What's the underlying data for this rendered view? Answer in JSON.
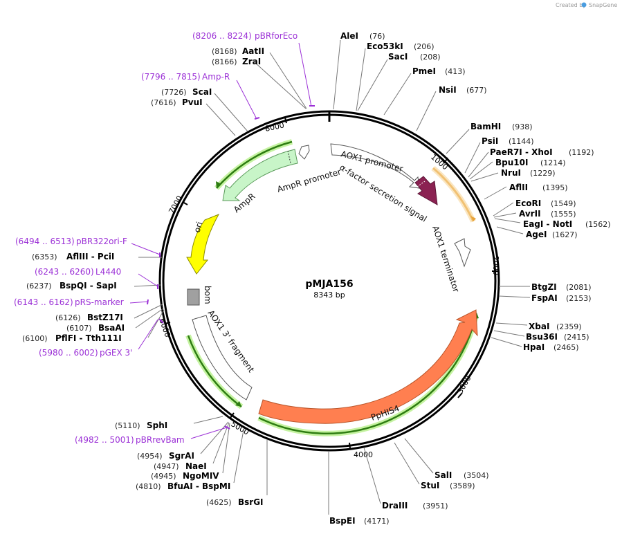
{
  "watermark": {
    "prefix": "Created by",
    "brand": "SnapGene"
  },
  "plasmid": {
    "name": "pMJA156",
    "length_label": "8343 bp",
    "length": 8343
  },
  "ticks": [
    "1000",
    "2000",
    "3000",
    "4000",
    "5000",
    "6000",
    "7000",
    "8000"
  ],
  "features": [
    {
      "name": "AOX1 promoter",
      "color": "#ffffff"
    },
    {
      "name": "α-factor secretion signal",
      "color": "#8b2252"
    },
    {
      "name": "AOX1 terminator",
      "color": "#ffffff"
    },
    {
      "name": "PpHIS4",
      "color": "#ff7f50"
    },
    {
      "name": "AOX1 3' fragment",
      "color": "#ffffff"
    },
    {
      "name": "bom",
      "color": "#a0a0a0"
    },
    {
      "name": "ori",
      "color": "#ffff00"
    },
    {
      "name": "AmpR",
      "color": "#c8f5c8"
    },
    {
      "name": "AmpR promoter",
      "color": "#ffffff"
    }
  ],
  "sites_right": [
    {
      "name": "AleI",
      "pos": "(76)"
    },
    {
      "name": "Eco53kI",
      "pos": "(206)"
    },
    {
      "name": "SacI",
      "pos": "(208)"
    },
    {
      "name": "PmeI",
      "pos": "(413)"
    },
    {
      "name": "NsiI",
      "pos": "(677)"
    },
    {
      "name": "BamHI",
      "pos": "(938)"
    },
    {
      "name": "PsiI",
      "pos": "(1144)"
    },
    {
      "name": "PaeR7I - XhoI",
      "pos": "(1192)"
    },
    {
      "name": "Bpu10I",
      "pos": "(1214)"
    },
    {
      "name": "NruI",
      "pos": "(1229)"
    },
    {
      "name": "AflII",
      "pos": "(1395)"
    },
    {
      "name": "EcoRI",
      "pos": "(1549)"
    },
    {
      "name": "AvrII",
      "pos": "(1555)"
    },
    {
      "name": "EagI - NotI",
      "pos": "(1562)"
    },
    {
      "name": "AgeI",
      "pos": "(1627)"
    },
    {
      "name": "BtgZI",
      "pos": "(2081)"
    },
    {
      "name": "FspAI",
      "pos": "(2153)"
    },
    {
      "name": "XbaI",
      "pos": "(2359)"
    },
    {
      "name": "Bsu36I",
      "pos": "(2415)"
    },
    {
      "name": "HpaI",
      "pos": "(2465)"
    },
    {
      "name": "SalI",
      "pos": "(3504)"
    },
    {
      "name": "StuI",
      "pos": "(3589)"
    },
    {
      "name": "DraIII",
      "pos": "(3951)"
    },
    {
      "name": "BspEI",
      "pos": "(4171)"
    }
  ],
  "sites_left": [
    {
      "name": "AatII",
      "pos": "(8168)"
    },
    {
      "name": "ZraI",
      "pos": "(8166)"
    },
    {
      "name": "ScaI",
      "pos": "(7726)"
    },
    {
      "name": "PvuI",
      "pos": "(7616)"
    },
    {
      "name": "AflIII - PciI",
      "pos": "(6353)"
    },
    {
      "name": "BspQI - SapI",
      "pos": "(6237)"
    },
    {
      "name": "BstZ17I",
      "pos": "(6126)"
    },
    {
      "name": "BsaAI",
      "pos": "(6107)"
    },
    {
      "name": "PflFI - Tth111I",
      "pos": "(6100)"
    },
    {
      "name": "SphI",
      "pos": "(5110)"
    },
    {
      "name": "SgrAI",
      "pos": "(4954)"
    },
    {
      "name": "NaeI",
      "pos": "(4947)"
    },
    {
      "name": "NgoMIV",
      "pos": "(4945)"
    },
    {
      "name": "BfuAI - BspMI",
      "pos": "(4810)"
    },
    {
      "name": "BsrGI",
      "pos": "(4625)"
    }
  ],
  "primers": [
    {
      "range": "(8206 .. 8224)",
      "name": "pBRforEco"
    },
    {
      "range": "(7796 .. 7815)",
      "name": "Amp-R"
    },
    {
      "range": "(6494 .. 6513)",
      "name": "pBR322ori-F"
    },
    {
      "range": "(6243 .. 6260)",
      "name": "L4440"
    },
    {
      "range": "(6143 .. 6162)",
      "name": "pRS-marker"
    },
    {
      "range": "(5980 .. 6002)",
      "name": "pGEX 3'"
    },
    {
      "range": "(4982 .. 5001)",
      "name": "pBRrevBam"
    }
  ],
  "colors": {
    "primer": "#9b30d6",
    "orf_highlight": "#b7f08a",
    "orf_line": "#2e7d12",
    "orange_orf": "#e8a33a",
    "backbone": "#000000"
  }
}
